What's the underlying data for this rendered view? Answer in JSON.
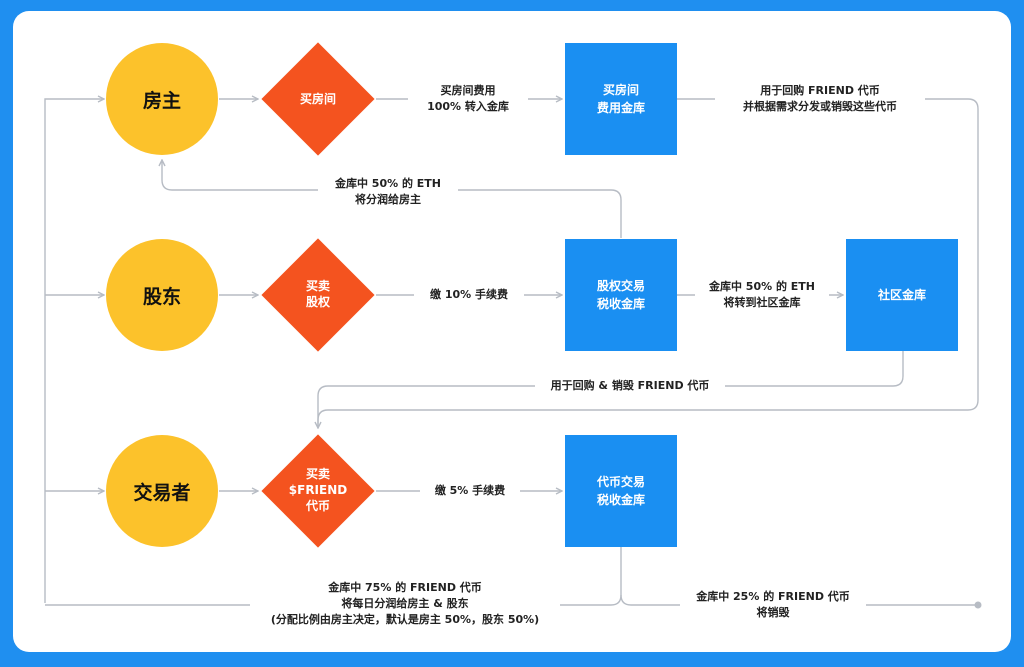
{
  "nodes": {
    "landlord": "房主",
    "shareholder": "股东",
    "trader": "交易者",
    "buy_room": "买房间",
    "buy_share_line1": "买卖",
    "buy_share_line2": "股权",
    "buy_friend_line1": "买卖",
    "buy_friend_line2": "$FRIEND",
    "buy_friend_line3": "代币",
    "room_vault": "买房间\n费用金库",
    "equity_vault": "股权交易\n税收金库",
    "community_vault": "社区金库",
    "token_vault": "代币交易\n税收金库"
  },
  "edges": {
    "room_fee": "买房间费用\n100% 转入金库",
    "buyback_distribute": "用于回购 FRIEND 代币\n并根据需求分发或销毁这些代币",
    "eth_to_landlord": "金库中 50% 的 ETH\n将分润给房主",
    "share_fee": "缴 10% 手续费",
    "eth_to_community": "金库中 50% 的 ETH\n将转到社区金库",
    "buyback_burn": "用于回购 & 销毁 FRIEND 代币",
    "token_fee": "缴 5% 手续费",
    "friend_distribute": "金库中 75% 的 FRIEND 代币\n将每日分润给房主 & 股东\n(分配比例由房主决定，默认是房主 50%，股东 50%)",
    "friend_burn": "金库中 25% 的 FRIEND 代币\n将销毁"
  },
  "colors": {
    "background": "#1f8ff0",
    "circle": "#fcc22b",
    "diamond": "#f4531f",
    "box": "#1a8ff2",
    "line": "#b7bcc4"
  }
}
